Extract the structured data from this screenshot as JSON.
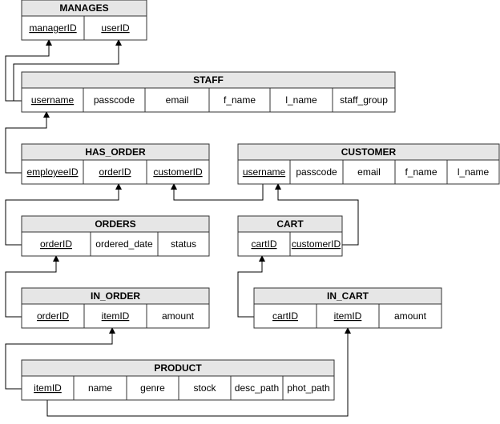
{
  "tables": [
    {
      "id": "manages",
      "title": "MANAGES",
      "attributes": [
        {
          "name": "managerID",
          "key": true
        },
        {
          "name": "userID",
          "key": true
        }
      ]
    },
    {
      "id": "staff",
      "title": "STAFF",
      "attributes": [
        {
          "name": "username",
          "key": true
        },
        {
          "name": "passcode",
          "key": false
        },
        {
          "name": "email",
          "key": false
        },
        {
          "name": "f_name",
          "key": false
        },
        {
          "name": "l_name",
          "key": false
        },
        {
          "name": "staff_group",
          "key": false
        }
      ]
    },
    {
      "id": "has_order",
      "title": "HAS_ORDER",
      "attributes": [
        {
          "name": "employeeID",
          "key": true
        },
        {
          "name": "orderID",
          "key": true
        },
        {
          "name": "customerID",
          "key": true
        }
      ]
    },
    {
      "id": "customer",
      "title": "CUSTOMER",
      "attributes": [
        {
          "name": "username",
          "key": true
        },
        {
          "name": "passcode",
          "key": false
        },
        {
          "name": "email",
          "key": false
        },
        {
          "name": "f_name",
          "key": false
        },
        {
          "name": "l_name",
          "key": false
        }
      ]
    },
    {
      "id": "orders",
      "title": "ORDERS",
      "attributes": [
        {
          "name": "orderID",
          "key": true
        },
        {
          "name": "ordered_date",
          "key": false
        },
        {
          "name": "status",
          "key": false
        }
      ]
    },
    {
      "id": "cart",
      "title": "CART",
      "attributes": [
        {
          "name": "cartID",
          "key": true
        },
        {
          "name": "customerID",
          "key": true
        }
      ]
    },
    {
      "id": "in_order",
      "title": "IN_ORDER",
      "attributes": [
        {
          "name": "orderID",
          "key": true
        },
        {
          "name": "itemID",
          "key": true
        },
        {
          "name": "amount",
          "key": false
        }
      ]
    },
    {
      "id": "in_cart",
      "title": "IN_CART",
      "attributes": [
        {
          "name": "cartID",
          "key": true
        },
        {
          "name": "itemID",
          "key": true
        },
        {
          "name": "amount",
          "key": false
        }
      ]
    },
    {
      "id": "product",
      "title": "PRODUCT",
      "attributes": [
        {
          "name": "itemID",
          "key": true
        },
        {
          "name": "name",
          "key": false
        },
        {
          "name": "genre",
          "key": false
        },
        {
          "name": "stock",
          "key": false
        },
        {
          "name": "desc_path",
          "key": false
        },
        {
          "name": "phot_path",
          "key": false
        }
      ]
    }
  ],
  "relationships": [
    {
      "from": "staff.username",
      "to": "manages.managerID"
    },
    {
      "from": "staff.username",
      "to": "manages.userID"
    },
    {
      "from": "has_order.employeeID",
      "to": "staff.username"
    },
    {
      "from": "orders.orderID",
      "to": "has_order.orderID"
    },
    {
      "from": "customer.username",
      "to": "has_order.customerID"
    },
    {
      "from": "cart.customerID",
      "to": "customer.username"
    },
    {
      "from": "in_order.orderID",
      "to": "orders.orderID"
    },
    {
      "from": "in_cart.cartID",
      "to": "cart.cartID"
    },
    {
      "from": "product.itemID",
      "to": "in_order.itemID"
    },
    {
      "from": "product.itemID",
      "to": "in_cart.itemID"
    }
  ]
}
